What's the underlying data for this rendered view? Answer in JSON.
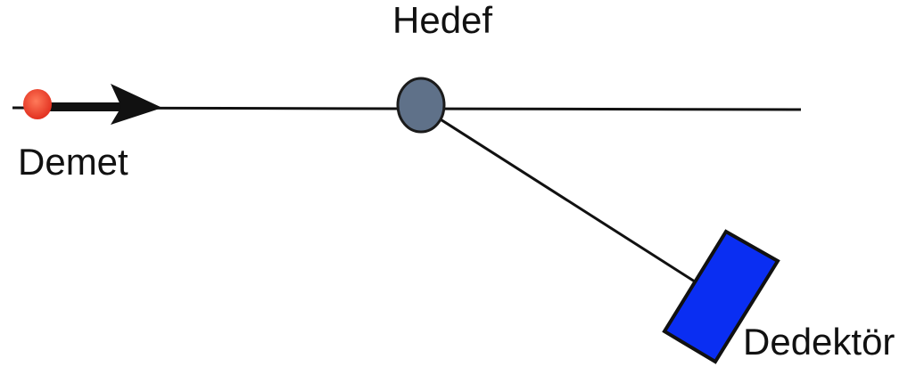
{
  "labels": {
    "beam": "Demet",
    "target": "Hedef",
    "detector": "Dedektör"
  },
  "colors": {
    "beam_particle": "#ef4030",
    "target": "#5f7189",
    "detector": "#0a2ef2",
    "line": "#111111"
  }
}
